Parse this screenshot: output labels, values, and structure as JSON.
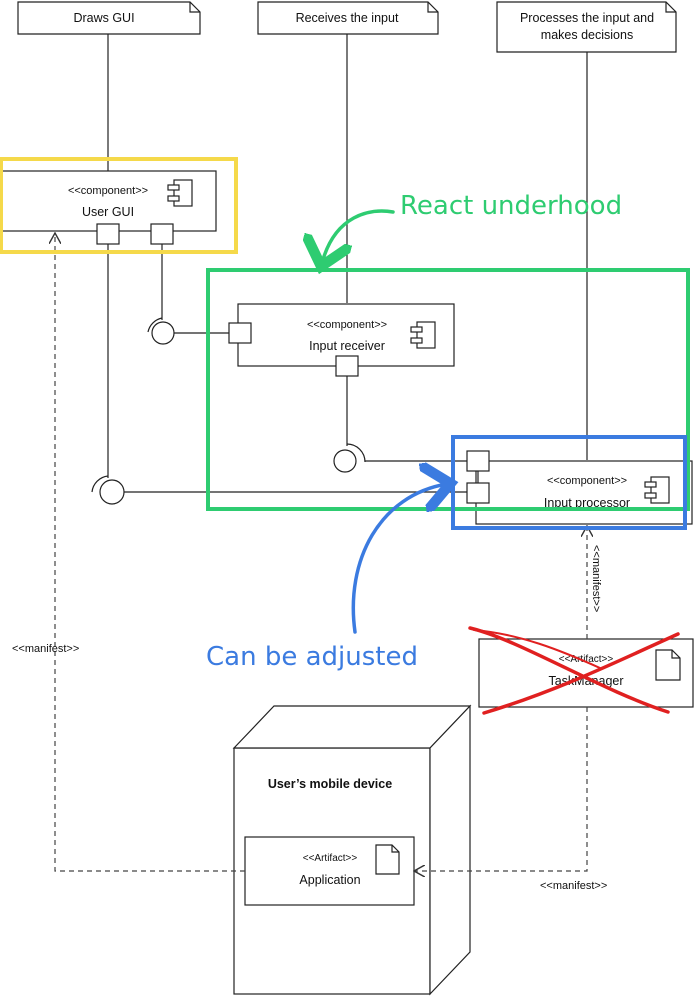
{
  "notes": {
    "draws_gui": "Draws GUI",
    "receives_input": "Receives the input",
    "processes_line1": "Processes the input and",
    "processes_line2": "makes decisions"
  },
  "components": {
    "stereotype": "<<component>>",
    "user_gui": "User GUI",
    "input_receiver": "Input receiver",
    "input_processor": "Input processor"
  },
  "artifacts": {
    "stereotype": "<<Artifact>>",
    "task_manager": "TaskManager",
    "application": "Application"
  },
  "node": {
    "device": "User’s mobile device"
  },
  "relations": {
    "manifest": "<<manifest>>"
  },
  "annotations": {
    "react_underhood": "React underhood",
    "can_be_adjusted": "Can be adjusted"
  },
  "colors": {
    "yellow": "#f5d94a",
    "green": "#2ecc71",
    "blue": "#3b7be0",
    "red": "#e02020"
  }
}
